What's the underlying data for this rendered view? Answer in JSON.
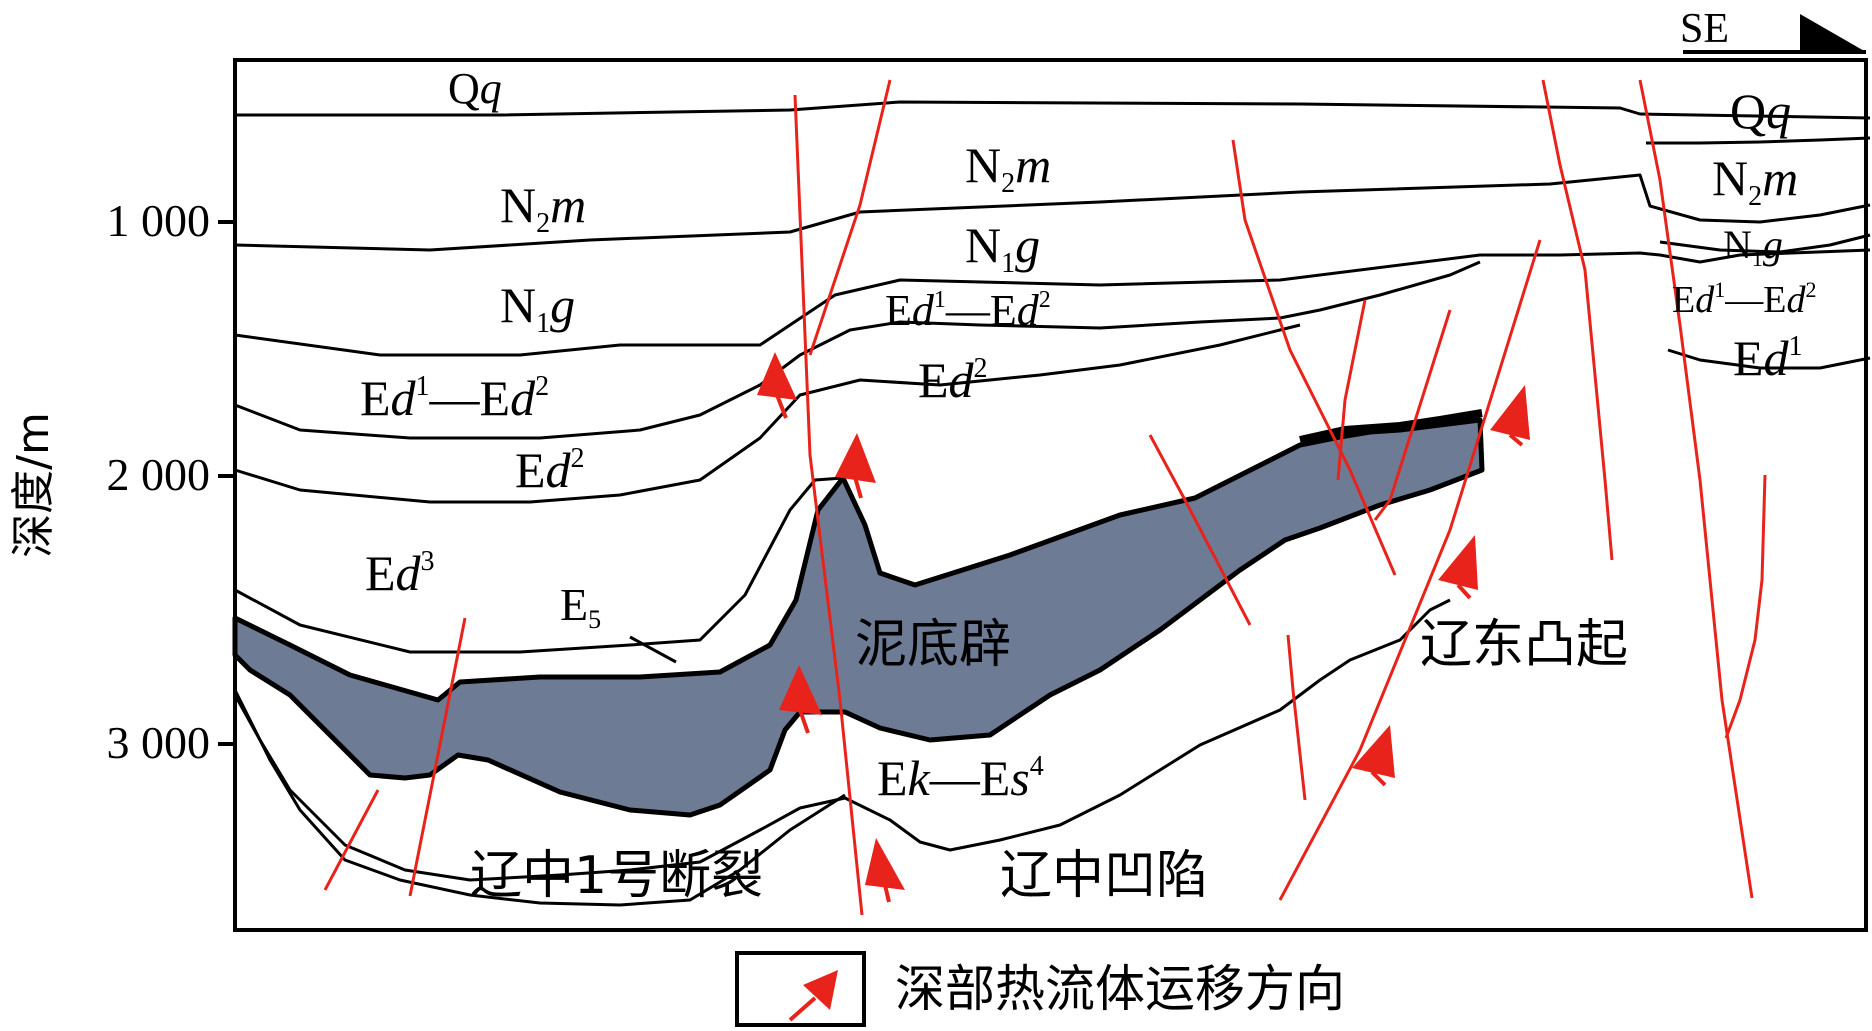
{
  "direction": "SE",
  "axis": {
    "ylabel": "深度/m",
    "ticks": [
      "1 000",
      "2 000",
      "3 000"
    ]
  },
  "strata_left": {
    "qq": {
      "main": "Q",
      "italic": "q"
    },
    "n2m": {
      "main": "N",
      "sub": "2",
      "italic": "m"
    },
    "n1g": {
      "main": "N",
      "sub": "1",
      "italic": "g"
    },
    "ed12": {
      "a": "E",
      "b": "d",
      "c": "1",
      "d": "—E",
      "e": "d",
      "f": "2"
    },
    "ed2": {
      "a": "E",
      "b": "d",
      "c": "2"
    },
    "ed3": {
      "a": "E",
      "b": "d",
      "c": "3"
    },
    "e5": {
      "a": "E",
      "c": "5"
    }
  },
  "strata_middle": {
    "n2m": {
      "main": "N",
      "sub": "2",
      "italic": "m"
    },
    "n1g": {
      "main": "N",
      "sub": "1",
      "italic": "g"
    },
    "ed12": {
      "a": "E",
      "b": "d",
      "c": "1",
      "d": "—E",
      "e": "d",
      "f": "2"
    },
    "ed2": {
      "a": "E",
      "b": "d",
      "c": "2"
    },
    "ekes4": {
      "a": "E",
      "b": "k",
      "c": "—E",
      "d": "s",
      "e": "4"
    }
  },
  "strata_right": {
    "qq": {
      "main": "Q",
      "italic": "q"
    },
    "n2m": {
      "main": "N",
      "sub": "2",
      "italic": "m"
    },
    "n1g": {
      "main": "N",
      "sub": "1",
      "italic": "g"
    },
    "ed12": {
      "a": "E",
      "b": "d",
      "c": "1",
      "d": "—E",
      "e": "d",
      "f": "2"
    },
    "ed1": {
      "a": "E",
      "b": "d",
      "c": "1"
    }
  },
  "features": {
    "mud_diapir": "泥底辟",
    "liaozhong_fault": "辽中1号断裂",
    "liaozhong_sag": "辽中凹陷",
    "liaodong_uplift": "辽东凸起"
  },
  "legend": {
    "label": "深部热流体运移方向"
  },
  "colors": {
    "diapir_fill": "#6e7b94",
    "fault": "#e8231b",
    "arrow": "#e8231b",
    "line": "#000000"
  }
}
